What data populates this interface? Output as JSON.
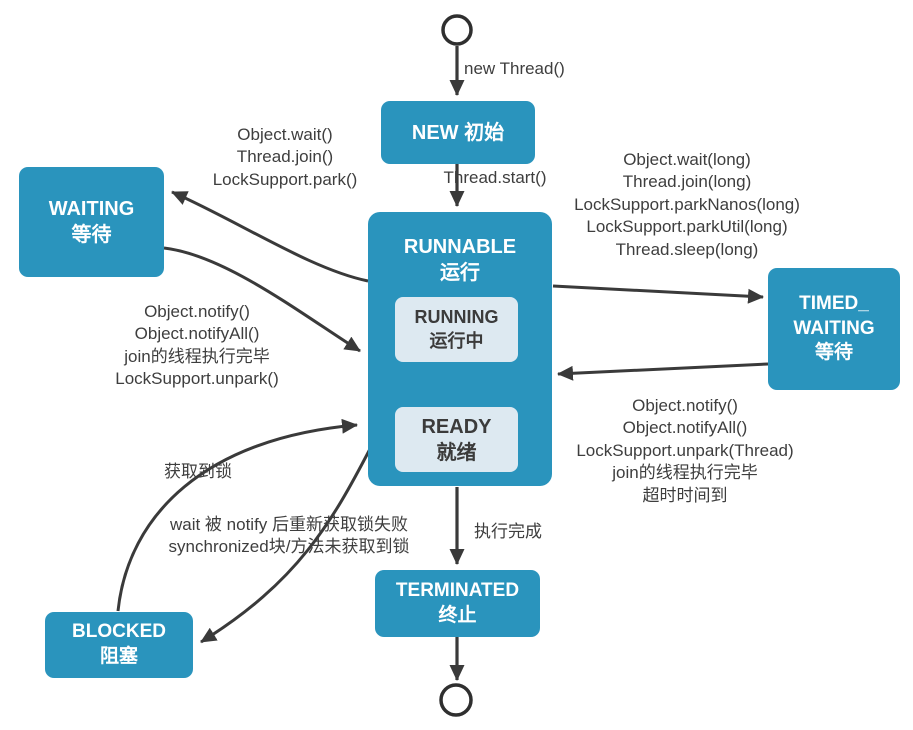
{
  "diagram_title": "Java thread state transition diagram",
  "colors": {
    "state_fill": "#2a94bd",
    "inner_state_fill": "#dde9f1",
    "arrow": "#3a3a3a",
    "yellow_arrow": "#f2ee85",
    "label_text": "#3e3e3e"
  },
  "states": {
    "new": "NEW 初始",
    "runnable": "RUNNABLE\n运行",
    "running": "RUNNING\n运行中",
    "ready": "READY\n就绪",
    "waiting": "WAITING\n等待",
    "timed_waiting": "TIMED_\nWAITING\n等待",
    "blocked": "BLOCKED\n阻塞",
    "terminated": "TERMINATED\n终止"
  },
  "transitions": {
    "new_thread": "new Thread()",
    "thread_start": "Thread.start()",
    "runnable_to_waiting": "Object.wait()\nThread.join()\nLockSupport.park()",
    "waiting_to_runnable": "Object.notify()\nObject.notifyAll()\njoin的线程执行完毕\nLockSupport.unpark()",
    "runnable_to_timed_waiting": "Object.wait(long)\nThread.join(long)\nLockSupport.parkNanos(long)\nLockSupport.parkUtil(long)\nThread.sleep(long)",
    "timed_waiting_to_runnable": "Object.notify()\nObject.notifyAll()\nLockSupport.unpark(Thread)\njoin的线程执行完毕\n超时时间到",
    "blocked_to_runnable": "获取到锁",
    "runnable_to_blocked": "wait 被 notify 后重新获取锁失败\nsynchronized块/方法未获取到锁",
    "runnable_to_terminated": "执行完成"
  }
}
